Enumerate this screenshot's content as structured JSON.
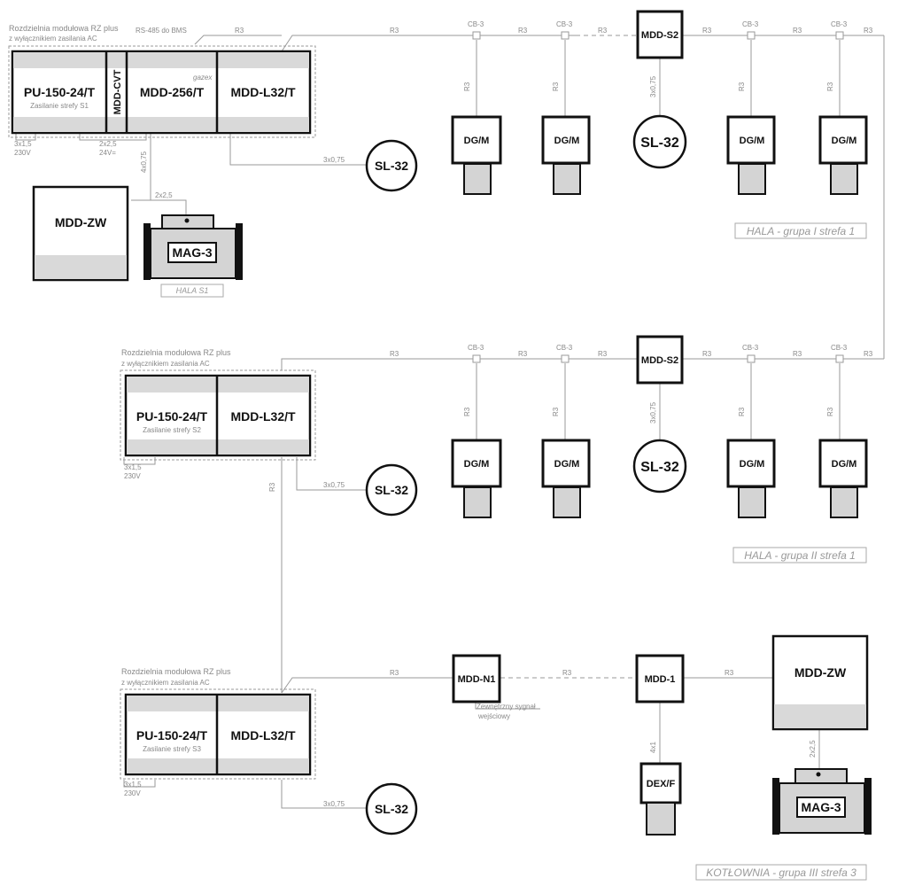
{
  "labels": {
    "panel_title": "Rozdzielnia modułowa RZ plus",
    "panel_subtitle": "z wyłącznikiem zasilania AC",
    "bms": "RS-485 do BMS",
    "pu": "PU-150-24/T",
    "mdd_cvt": "MDD-CVT",
    "mdd_256": "MDD-256/T",
    "gazex": "gazex",
    "mdd_l32": "MDD-L32/T",
    "supply_s1": "Zasilanie strefy S1",
    "supply_s2": "Zasilanie strefy S2",
    "supply_s3": "Zasilanie strefy S3",
    "mdd_zw": "MDD-ZW",
    "mag3": "MAG-3",
    "sl32": "SL-32",
    "dgm": "DG/M",
    "cb3": "CB-3",
    "r3": "R3",
    "mdd_s2": "MDD-S2",
    "mdd_n1": "MDD-N1",
    "mdd_1": "MDD-1",
    "dexf": "DEX/F",
    "ext_signal_1": "Zewnętrzny sygnał",
    "ext_signal_2": "wejściowy",
    "c_3x15": "3x1,5",
    "v230": "230V",
    "c_2x25": "2x2,5",
    "v24": "24V=",
    "c_4x075": "4x0,75",
    "c_3x075": "3x0,75",
    "c_4x1": "4x1",
    "hala_s1": "HALA S1",
    "zone1": "HALA - grupa I strefa 1",
    "zone2": "HALA - grupa II strefa 1",
    "zone3": "KOTŁOWNIA - grupa III strefa 3"
  },
  "colors": {
    "wire": "#9a9a9a",
    "device_border": "#111111",
    "band": "#d9d9d9",
    "device_fill": "#d4d4d4"
  }
}
